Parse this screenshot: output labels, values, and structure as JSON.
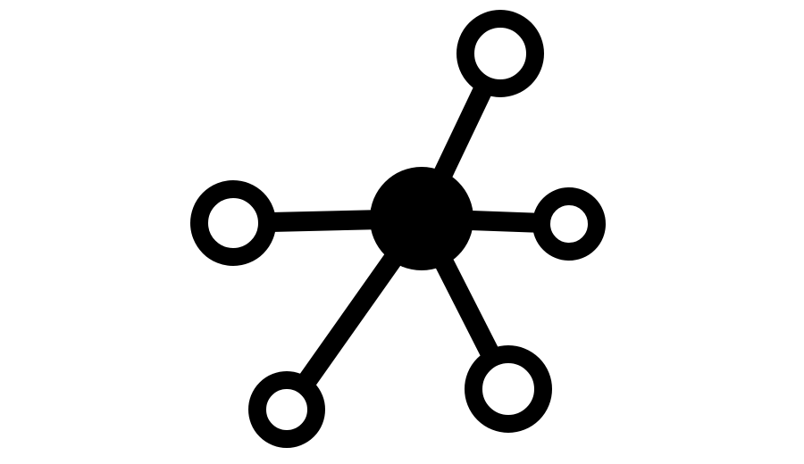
{
  "icon": {
    "name": "network-hub-icon",
    "color": "#000000",
    "background": "#ffffff",
    "hub": "filled-circle",
    "satellite_style": "ring",
    "satellite_count": 5
  }
}
